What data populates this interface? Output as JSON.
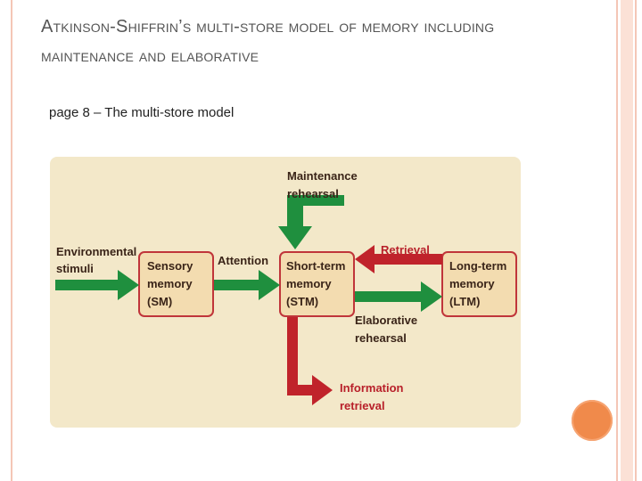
{
  "title": "Atkinson-Shiffrin’s multi-store model of memory including maintenance and elaborative",
  "subheading": "page 8 – The multi-store model",
  "diagram": {
    "colors": {
      "panel": "#f3e8c9",
      "box_fill": "#f3dcb0",
      "box_border": "#c0353a",
      "green": "#1f8f3e",
      "red": "#c0232b",
      "text": "#3a2418",
      "red_text": "#b8202a"
    },
    "nodes": {
      "environmental_stimuli": [
        "Environmental",
        "stimuli"
      ],
      "sensory_memory": [
        "Sensory",
        "memory",
        "(SM)"
      ],
      "short_term_memory": [
        "Short-term",
        "memory",
        "(STM)"
      ],
      "long_term_memory": [
        "Long-term",
        "memory",
        "(LTM)"
      ]
    },
    "labels": {
      "attention": "Attention",
      "maintenance_rehearsal": [
        "Maintenance",
        "rehearsal"
      ],
      "retrieval": "Retrieval",
      "elaborative_rehearsal": [
        "Elaborative",
        "rehearsal"
      ],
      "information_retrieval": [
        "Information",
        "retrieval"
      ]
    }
  }
}
